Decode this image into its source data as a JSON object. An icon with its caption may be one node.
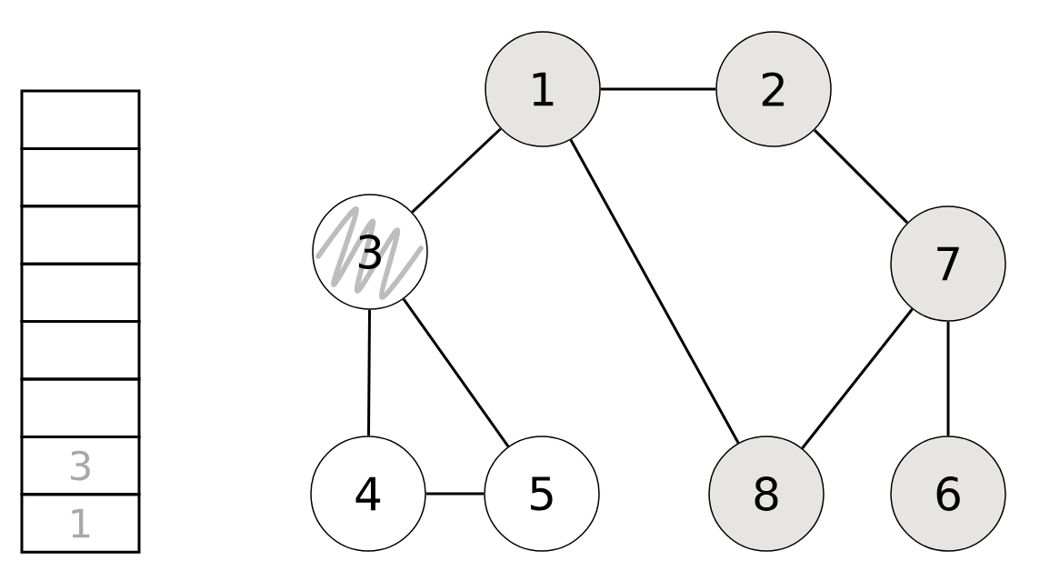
{
  "diagram": {
    "nodes": [
      {
        "text": [],
        "shape": "box"
      },
      {
        "text": [],
        "shape": "box"
      },
      {
        "text": [],
        "shape": "box"
      },
      {
        "text": [],
        "shape": "box"
      },
      {
        "text": [],
        "shape": "box"
      },
      {
        "text": [],
        "shape": "box"
      },
      {
        "text": [
          "3"
        ]
      },
      {
        "text": [
          "1"
        ]
      },
      {
        "text": [
          "1"
        ]
      },
      {
        "text": [
          "2"
        ]
      },
      {
        "text": [
          "3"
        ]
      },
      {
        "text": [
          "7"
        ]
      },
      {
        "text": [
          "4"
        ]
      },
      {
        "text": [
          "5"
        ]
      },
      {
        "text": [
          "8"
        ]
      },
      {
        "text": [
          "6"
        ]
      }
    ],
    "edges": [
      {
        "from": 8,
        "to": 9,
        "arrow": "none"
      },
      {
        "from": 8,
        "to": 10,
        "arrow": "none"
      },
      {
        "from": 8,
        "to": 14,
        "arrow": "none"
      },
      {
        "from": 9,
        "to": 11,
        "arrow": "none"
      },
      {
        "from": 10,
        "to": 12,
        "arrow": "none"
      },
      {
        "from": 10,
        "to": 13,
        "arrow": "none"
      },
      {
        "from": 12,
        "to": 13,
        "arrow": "none"
      },
      {
        "from": 11,
        "to": 14,
        "arrow": "none"
      },
      {
        "from": 11,
        "to": 15,
        "arrow": "none"
      }
    ]
  }
}
